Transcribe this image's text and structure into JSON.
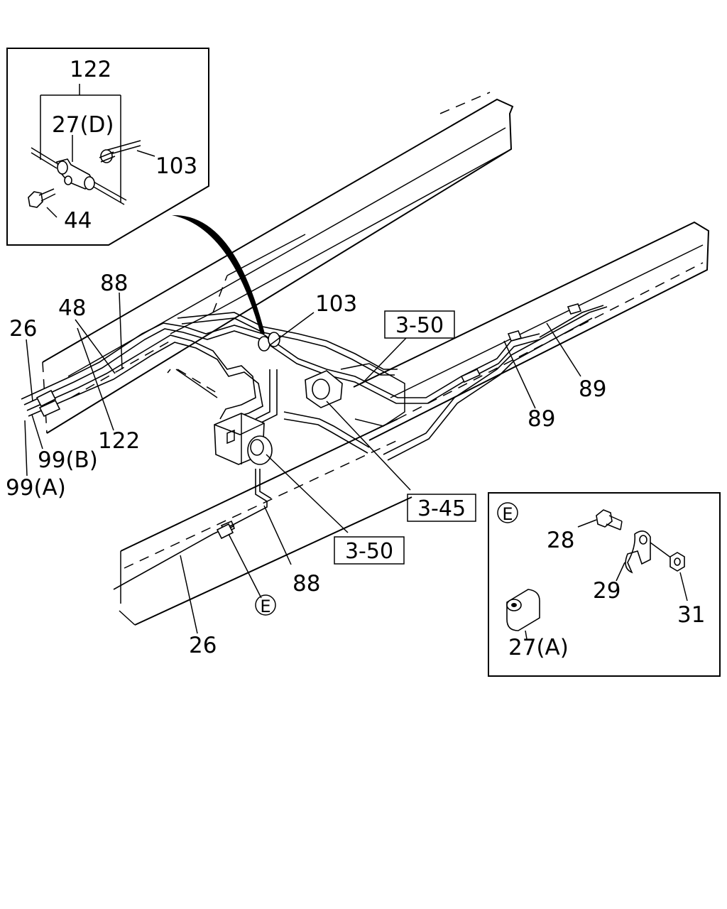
{
  "inset_top": {
    "labels": {
      "l122": "122",
      "l27d": "27(D)",
      "l103": "103",
      "l44": "44"
    }
  },
  "main": {
    "labels": {
      "l88_top": "88",
      "l48": "48",
      "l26_top": "26",
      "l103_mid": "103",
      "l122_mid": "122",
      "l99b": "99(B)",
      "l99a": "99(A)",
      "l89_a": "89",
      "l89_b": "89",
      "l88_bot": "88",
      "l26_bot": "26",
      "lE_marker": "E"
    },
    "refs": {
      "ref_350_top": "3-50",
      "ref_345": "3-45",
      "ref_350_bot": "3-50"
    }
  },
  "inset_e": {
    "marker": "E",
    "labels": {
      "l28": "28",
      "l29": "29",
      "l31": "31",
      "l27a": "27(A)"
    }
  }
}
